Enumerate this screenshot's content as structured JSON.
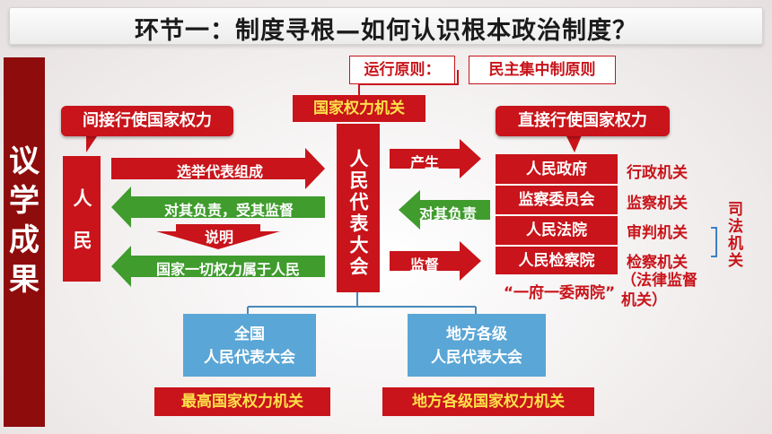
{
  "title": "环节一：制度寻根—如何认识根本政治制度？",
  "side_label": [
    "议",
    "学",
    "成",
    "果"
  ],
  "operating_principle": {
    "label": "运行原则：",
    "value": "民主集中制原则"
  },
  "npc_label": "国家权力机关",
  "people": {
    "callout": "间接行使国家权力",
    "box": "人民"
  },
  "npc_box": "人民代表大会",
  "direct_callout": "直接行使国家权力",
  "left_arrows": {
    "elect": "选举代表组成",
    "responsible": "对其负责，受其监督",
    "explain": "说明",
    "power": "国家一切权力属于人民"
  },
  "right_arrows": {
    "produce": "产生",
    "responsible": "对其负责",
    "supervise": "监督"
  },
  "organs": [
    {
      "name": "人民政府",
      "role": "行政机关"
    },
    {
      "name": "监察委员会",
      "role": "监察机关"
    },
    {
      "name": "人民法院",
      "role": "审判机关"
    },
    {
      "name": "人民检察院",
      "role": "检察机关"
    }
  ],
  "procuratorate_note": "（法律监督机关）",
  "judicial_label": "司法机关",
  "one_gov_note": "“一府一委两院”",
  "national": {
    "box": "全国\n人民代表大会",
    "label": "最高国家权力机关"
  },
  "local": {
    "box": "地方各级\n人民代表大会",
    "label": "地方各级国家权力机关"
  },
  "colors": {
    "red": "#c8141a",
    "green": "#3f9c2d",
    "blue": "#5aa6d6",
    "dark_red": "#8e0c0c"
  }
}
